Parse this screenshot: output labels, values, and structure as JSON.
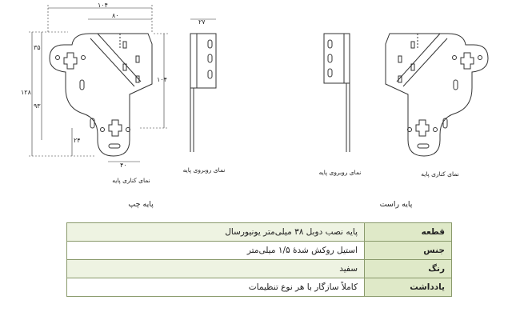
{
  "dimensions": {
    "d104_top": "۱۰۴",
    "d80": "۸۰",
    "d35": "۳۵",
    "d128": "۱۲۸",
    "d93": "۹۳",
    "d24": "۲۴",
    "d40": "۴۰",
    "d104_side": "۱۰۴",
    "d27": "۲۷"
  },
  "labels": {
    "left_side_view": "نمای کناری پایه",
    "left_front_view": "نمای روبروی پایه",
    "right_front_view": "نمای روبروی پایه",
    "right_side_view": "نمای کناری پایه",
    "left_bracket": "پایه چپ",
    "right_bracket": "پایه راست"
  },
  "table": {
    "rows": [
      {
        "key": "قطعه",
        "value": "پایه نصب دوبل ۳۸ میلی‌متر یونیورسال"
      },
      {
        "key": "جنس",
        "value": "استیل روکش شدهٔ ۱/۵ میلی‌متر"
      },
      {
        "key": "رنگ",
        "value": "سفید"
      },
      {
        "key": "یادداشت",
        "value": "کاملاً سازگار با هر نوع تنظیمات"
      }
    ]
  },
  "colors": {
    "table_key_bg": "#dfe9c8",
    "table_border": "#8a9a6c",
    "line": "#333333"
  }
}
